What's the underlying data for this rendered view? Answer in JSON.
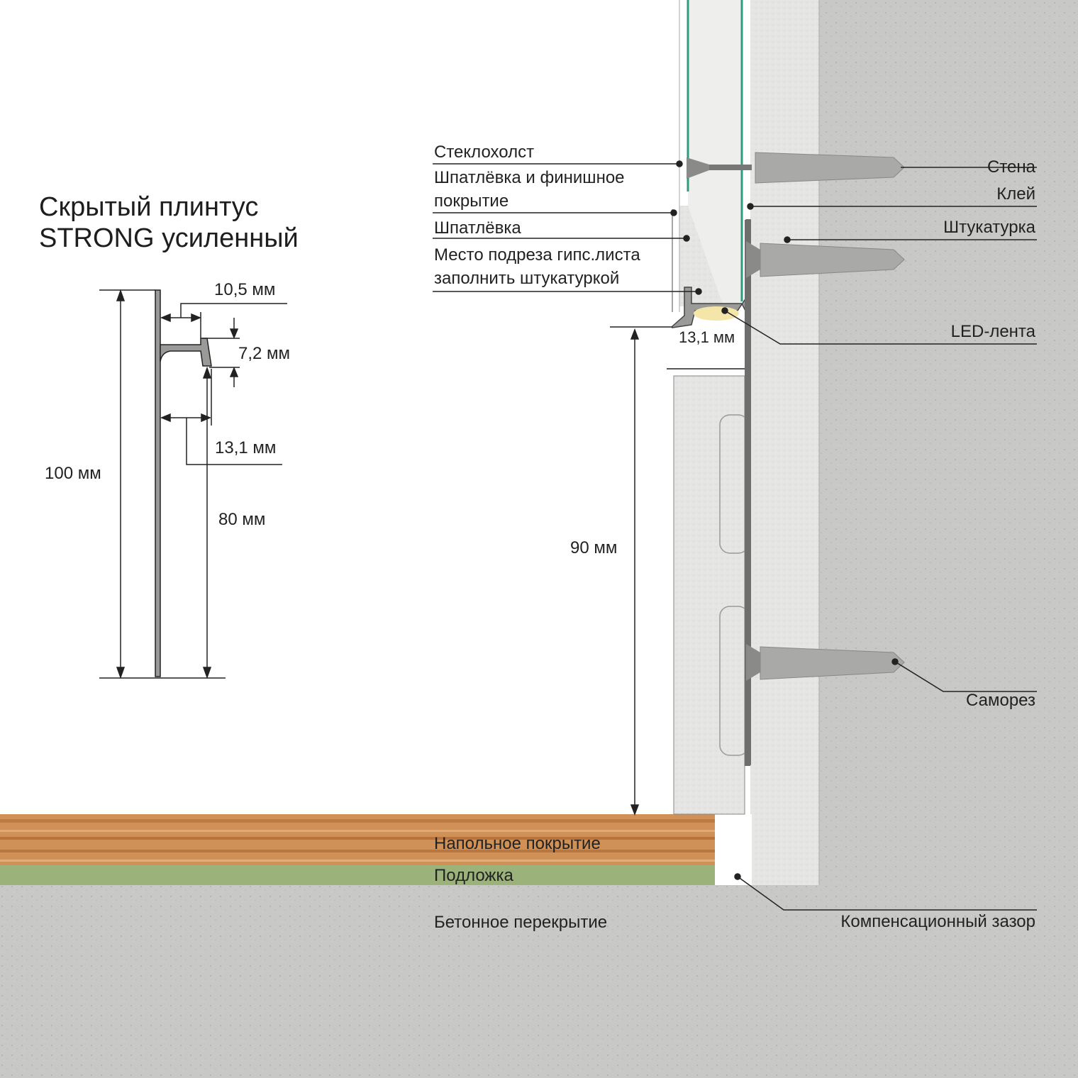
{
  "title": {
    "line1": "Скрытый плинтус",
    "line2": "STRONG усиленный"
  },
  "profile_dims": {
    "height_total": "100 мм",
    "top_gap": "10,5 мм",
    "lip": "7,2 мм",
    "depth": "13,1 мм",
    "height_lower": "80 мм"
  },
  "section_dims": {
    "depth": "13,1 мм",
    "height": "90 мм"
  },
  "labels_left": [
    "Стеклохолст",
    "Шпатлёвка и финишное",
    "покрытие",
    "Шпатлёвка",
    "Место подреза гипс.листа",
    "заполнить штукатуркой"
  ],
  "labels_right": [
    "Стена",
    "Клей",
    "Штукатурка",
    "LED-лента",
    "Саморез",
    "Компенсационный зазор"
  ],
  "labels_floor": [
    "Напольное покрытие",
    "Подложка",
    "Бетонное перекрытие"
  ],
  "colors": {
    "concrete": "#c9c9c7",
    "plaster": "#e6e6e4",
    "wood": "#cf8f5a",
    "underlay": "#9bb27a",
    "glass_fiber": "#2e9a7e",
    "led": "#f4e6a8"
  }
}
